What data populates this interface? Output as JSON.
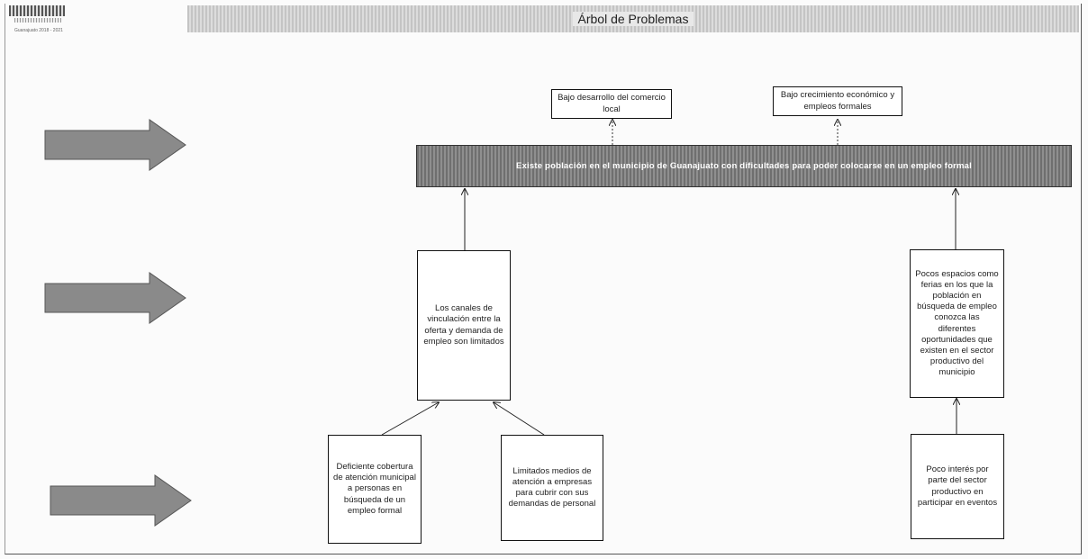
{
  "header": {
    "title": "Árbol de Problemas",
    "logo_caption": "Guanajuato 2018 - 2021"
  },
  "effects": [
    {
      "text": "Bajo desarrollo del comercio local"
    },
    {
      "text": "Bajo crecimiento económico y empleos formales"
    }
  ],
  "central_problem": {
    "text": "Existe población en el municipio de Guanajuato con dificultades para poder colocarse en un empleo formal"
  },
  "causes": [
    {
      "text": "Los canales de vinculación entre la oferta y demanda de empleo son limitados"
    },
    {
      "text": "Pocos espacios como ferias en los que la población en búsqueda de empleo conozca las diferentes oportunidades que existen en el sector productivo del municipio"
    }
  ],
  "root_causes": [
    {
      "text": "Deficiente cobertura de atención municipal a personas en búsqueda de un empleo formal"
    },
    {
      "text": "Limitados medios de atención a empresas para cubrir con sus demandas de personal"
    },
    {
      "text": "Poco interés por parte del sector productivo en participar en eventos"
    }
  ],
  "colors": {
    "arrow_fill": "#8a8a8a",
    "problem_bar": "#7a7a7a",
    "title_bar": "#d0d0d0"
  }
}
